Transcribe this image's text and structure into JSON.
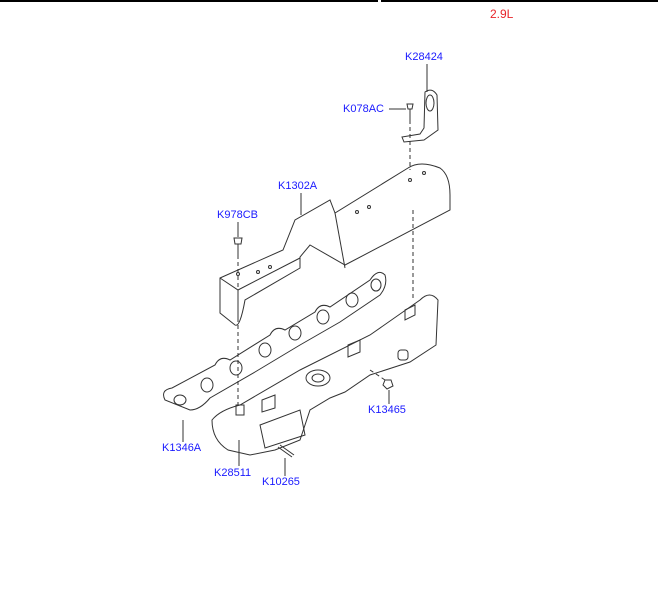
{
  "header": {
    "variant": "2.9L"
  },
  "colors": {
    "variant": "#e8242a",
    "part_label": "#1a1aff",
    "line": "#333333"
  },
  "parts": [
    {
      "code": "K28424",
      "name": "bracket"
    },
    {
      "code": "K078AC",
      "name": "bolt"
    },
    {
      "code": "K1302A",
      "name": "heat-shield"
    },
    {
      "code": "K978CB",
      "name": "bolt"
    },
    {
      "code": "K1346A",
      "name": "gasket"
    },
    {
      "code": "K28511",
      "name": "exhaust-manifold"
    },
    {
      "code": "K10265",
      "name": "stud"
    },
    {
      "code": "K13465",
      "name": "nut"
    }
  ]
}
